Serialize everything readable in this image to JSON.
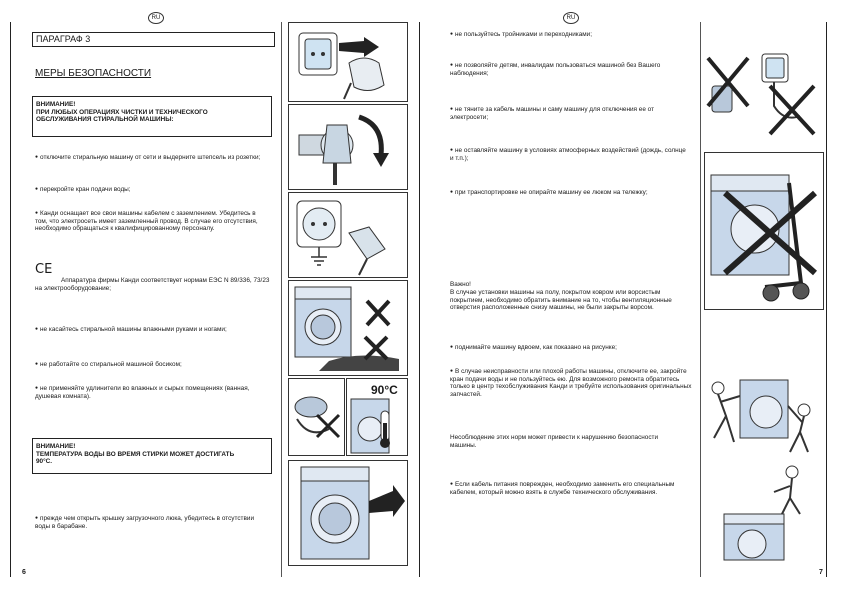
{
  "lang_badge": "RU",
  "left": {
    "paragraph": "ПАРАГРАФ 3",
    "title": "МЕРЫ БЕЗОПАСНОСТИ",
    "warning1_title": "ВНИМАНИЕ!",
    "warning1_body": "ПРИ ЛЮБЫХ ОПЕРАЦИЯХ ЧИСТКИ И ТЕХНИЧЕСКОГО ОБСЛУЖИВАНИЯ СТИРАЛЬНОЙ МАШИНЫ:",
    "b1": "отключите стиральную машину от сети и выдерните штепсель из розетки;",
    "b2": "перекройте кран подачи воды;",
    "b3": "Канди оснащает все свои машины кабелем с заземлением. Убедитесь в том, что электросеть имеет заземленный провод. В случае его отсутствия, необходимо обращаться к квалифицированному персоналу.",
    "ce_mark": "CE",
    "ce_text": "Аппаратура фирмы Канди соответствует нормам ЕЭС N 89/336, 73/23 на электрооборудование;",
    "b4": "не касайтесь стиральной машины влажными руками и ногами;",
    "b5": "не работайте со стиральной машиной босиком;",
    "b6": "не применяйте удлинители во влажных и сырых помещениях (ванная, душевая комната).",
    "warning2_title": "ВНИМАНИЕ!",
    "warning2_body": "ТЕМПЕРАТУРА ВОДЫ ВО ВРЕМЯ СТИРКИ МОЖЕТ ДОСТИГАТЬ 90°С.",
    "b7": "прежде чем открыть крышку загрузочного люка, убедитесь в отсутствии воды в барабане.",
    "temp_label": "90°C",
    "page_number": "6"
  },
  "right": {
    "r1": "не пользуйтесь тройниками и переходниками;",
    "r2": "не позволяйте детям, инвалидам пользоваться машиной без Вашего наблюдения;",
    "r3": "не тяните за кабель машины и саму машину для отключения ее от электросети;",
    "r4": "не оставляйте машину в условиях атмосферных воздействий (дождь, солнце и т.п.);",
    "r5": "при транспортировке не опирайте машину ее люком на тележку;",
    "important_title": "Важно!",
    "important_body": "В случае установки машины на полу, покрытом ковром или ворсистым покрытием, необходимо обратить внимание на то, чтобы вентиляционные отверстия расположенные снизу машины, не были закрыты ворсом.",
    "r6": "поднимайте машину вдвоем, как показано на рисунке;",
    "r7": "В случае неисправности или плохой работы машины, отключите ее, закройте кран подачи воды и не пользуйтесь ею. Для возможного ремонта обратитесь только в центр техобслуживания Канди и требуйте использования оригинальных запчастей.",
    "r8": "Несоблюдение этих норм может привести к нарушению безопасности машины.",
    "r9": "Если кабель питания поврежден, необходимо заменить его специальным кабелем, который можно взять в службе технического обслуживания.",
    "page_number": "7"
  }
}
